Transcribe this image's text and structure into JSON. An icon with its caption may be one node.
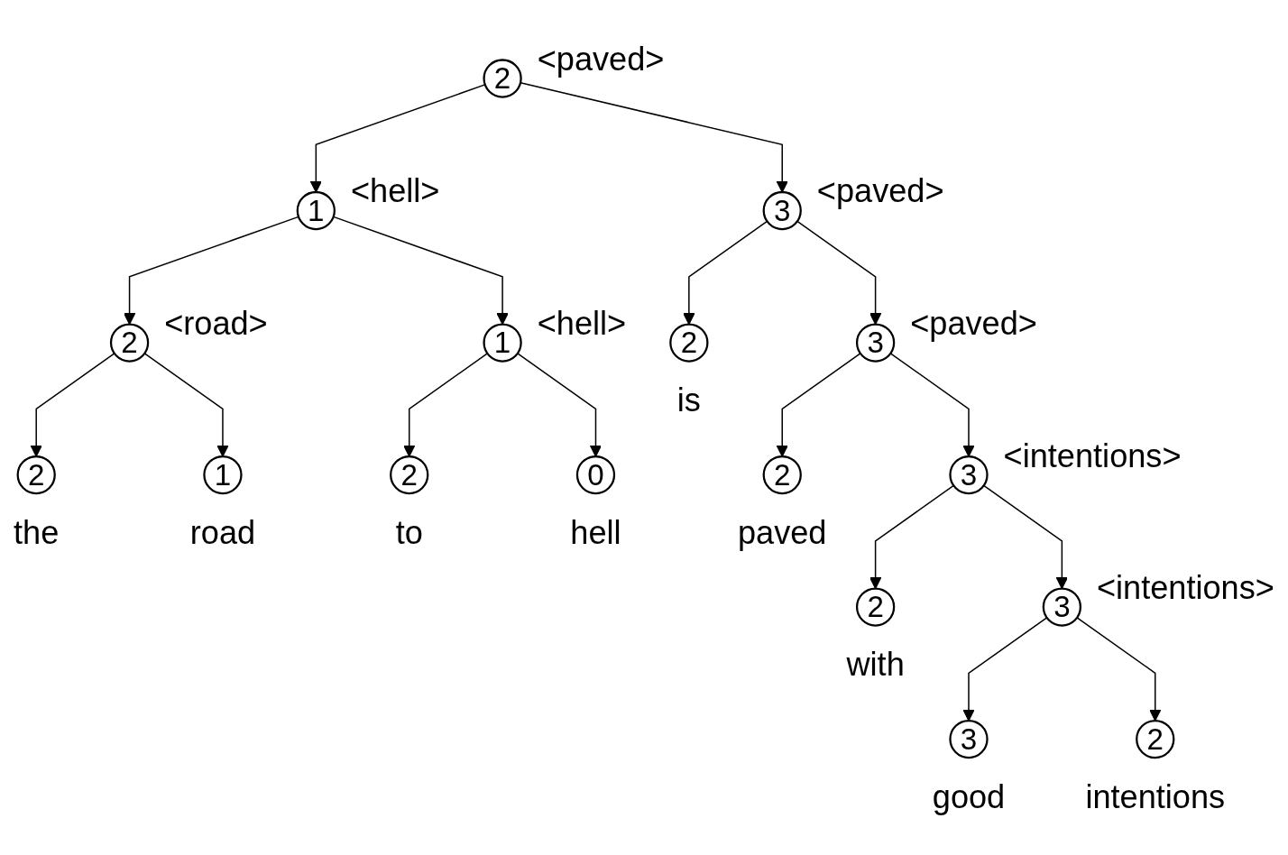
{
  "diagram": {
    "nodes": [
      {
        "text": [
          "2"
        ],
        "beside": [
          "<paved>"
        ]
      },
      {
        "text": [
          "1"
        ],
        "beside": [
          "<hell>"
        ]
      },
      {
        "text": [
          "3"
        ],
        "beside": [
          "<paved>"
        ]
      },
      {
        "text": [
          "2"
        ],
        "beside": [
          "<road>"
        ]
      },
      {
        "text": [
          "1"
        ],
        "beside": [
          "<hell>"
        ]
      },
      {
        "text": [
          "2"
        ],
        "beside": [
          "is"
        ]
      },
      {
        "text": [
          "3"
        ],
        "beside": [
          "<paved>"
        ]
      },
      {
        "text": [
          "2"
        ],
        "beside": [
          "the"
        ]
      },
      {
        "text": [
          "1"
        ],
        "beside": [
          "road"
        ]
      },
      {
        "text": [
          "2"
        ],
        "beside": [
          "to"
        ]
      },
      {
        "text": [
          "0"
        ],
        "beside": [
          "hell"
        ]
      },
      {
        "text": [
          "2"
        ],
        "beside": [
          "paved"
        ]
      },
      {
        "text": [
          "3"
        ],
        "beside": [
          "<intentions>"
        ]
      },
      {
        "text": [
          "2"
        ],
        "beside": [
          "with"
        ]
      },
      {
        "text": [
          "3"
        ],
        "beside": [
          "<intentions>"
        ]
      },
      {
        "text": [
          "3"
        ],
        "beside": [
          "good"
        ]
      },
      {
        "text": [
          "2"
        ],
        "beside": [
          "intentions"
        ]
      }
    ],
    "edges": [
      {
        "from": 0,
        "to": 1,
        "arrow": "to"
      },
      {
        "from": 0,
        "to": 2,
        "arrow": "to"
      },
      {
        "from": 1,
        "to": 3,
        "arrow": "to"
      },
      {
        "from": 1,
        "to": 4,
        "arrow": "to"
      },
      {
        "from": 3,
        "to": 7,
        "arrow": "to"
      },
      {
        "from": 3,
        "to": 8,
        "arrow": "to"
      },
      {
        "from": 4,
        "to": 9,
        "arrow": "to"
      },
      {
        "from": 4,
        "to": 10,
        "arrow": "to"
      },
      {
        "from": 2,
        "to": 5,
        "arrow": "to"
      },
      {
        "from": 2,
        "to": 6,
        "arrow": "to"
      },
      {
        "from": 6,
        "to": 11,
        "arrow": "to"
      },
      {
        "from": 6,
        "to": 12,
        "arrow": "to"
      },
      {
        "from": 12,
        "to": 13,
        "arrow": "to"
      },
      {
        "from": 12,
        "to": 14,
        "arrow": "to"
      },
      {
        "from": 14,
        "to": 15,
        "arrow": "to"
      },
      {
        "from": 14,
        "to": 16,
        "arrow": "to"
      }
    ]
  }
}
